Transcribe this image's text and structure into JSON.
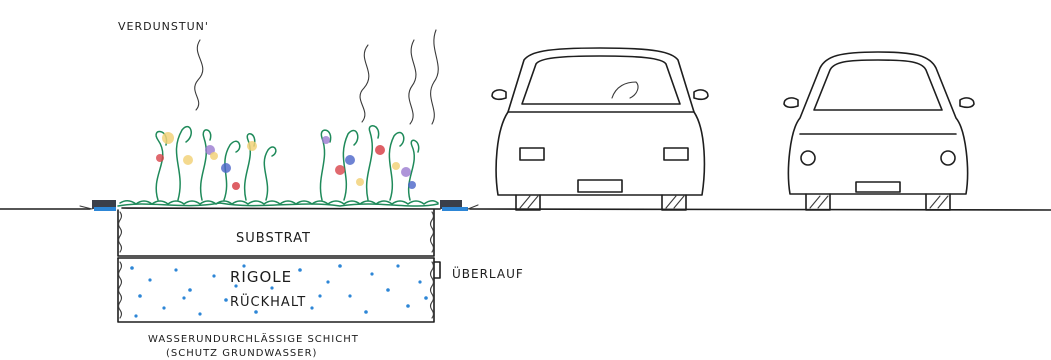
{
  "labels": {
    "evaporation": "VERDUNSTUN'",
    "substrate": "SUBSTRAT",
    "rigole": "RIGOLE",
    "retention": "RÜCKHALT",
    "overflow": "ÜBERLAUF",
    "impermeable_layer": "WASSERUNDURCHLÄSSIGE SCHICHT",
    "groundwater_protection": "(SCHUTZ GRUNDWASSER)"
  },
  "colors": {
    "ink": "#1e1e1e",
    "plant_green": "#1f8a5a",
    "flower_yellow": "#f2d27a",
    "flower_red": "#d8434a",
    "flower_blue": "#4a64c8",
    "flower_purple": "#9a7ad0",
    "water_blue": "#2d86d6",
    "curb_dark": "#3a3f4a"
  }
}
